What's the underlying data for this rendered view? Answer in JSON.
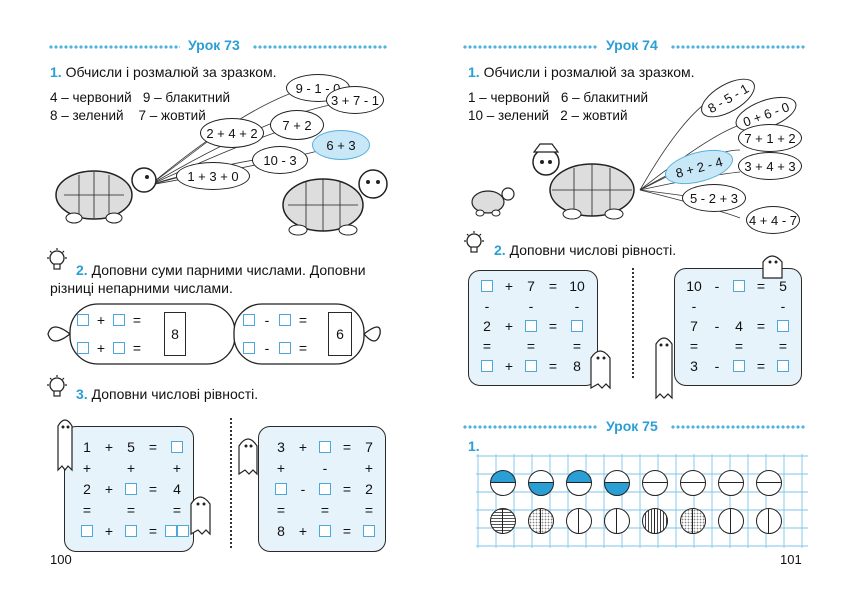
{
  "left": {
    "lesson": "Урок 73",
    "t1_num": "1.",
    "t1_text": "Обчисли і розмалюй за зразком.",
    "legend1": "4 – червоний   9 – блакитний",
    "legend2": "8 – зелений    7 – жовтий",
    "ovals": [
      "9 - 1 - 0",
      "3 + 7 - 1",
      "2 + 4 + 2",
      "7 + 2",
      "10 - 3",
      "6 + 3",
      "1 + 3 + 0"
    ],
    "t2_num": "2.",
    "t2_line1": "Доповни суми парними числами. Доповни",
    "t2_line2": "різниці непарними числами.",
    "box1": "8",
    "box2": "6",
    "t3_num": "3.",
    "t3_text": "Доповни числові рівності.",
    "page": "100"
  },
  "right": {
    "lesson": "Урок 74",
    "t1_num": "1.",
    "t1_text": "Обчисли і розмалюй за зразком.",
    "legend1": "1 – червоний   6 – блакитний",
    "legend2": "10 – зелений   2 – жовтий",
    "ovals": [
      "8 - 5 - 1",
      "0 + 6 - 0",
      "7 + 1 + 2",
      "8 + 2 - 4",
      "3 + 4 + 3",
      "5 - 2 + 3",
      "4 + 4 - 7"
    ],
    "t2_num": "2.",
    "t2_text": "Доповни числові рівності.",
    "lesson75": "Урок 75",
    "t75_num": "1.",
    "page": "101"
  },
  "colors": {
    "accent": "#2a9fd6",
    "panel": "#e6f3fb",
    "highlight": "#c8e7f7"
  },
  "icons": [
    "lightbulb-icon",
    "turtle-illustration",
    "ghost-illustration"
  ]
}
